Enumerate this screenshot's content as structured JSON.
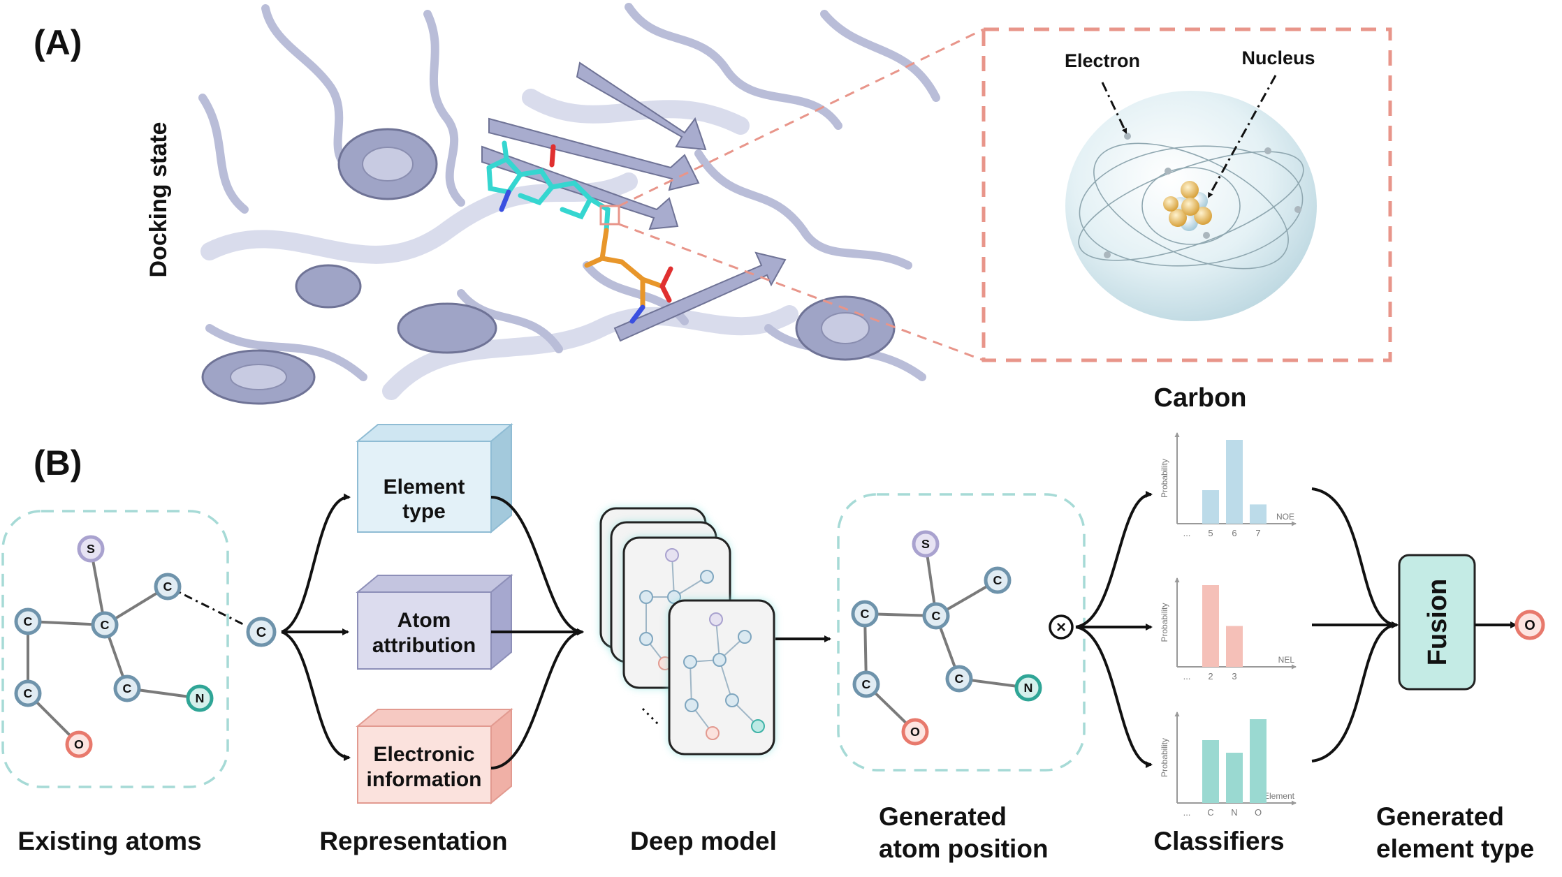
{
  "panel_a": {
    "label": "(A)",
    "side_label": "Docking state",
    "electron_label": "Electron",
    "nucleus_label": "Nucleus",
    "atom_caption": "Carbon"
  },
  "panel_b": {
    "label": "(B)",
    "existing_atoms": {
      "caption": "Existing atoms",
      "atoms": [
        "S",
        "C",
        "C",
        "C",
        "C",
        "C",
        "N",
        "O"
      ],
      "query_atom": "C"
    },
    "representation": {
      "caption": "Representation",
      "boxes": [
        {
          "line1": "Element",
          "line2": "type"
        },
        {
          "line1": "Atom",
          "line2": "attribution"
        },
        {
          "line1": "Electronic",
          "line2": "information"
        }
      ]
    },
    "deep_model": {
      "caption": "Deep model"
    },
    "generated_position": {
      "caption_line1": "Generated",
      "caption_line2": "atom position",
      "operator": "×"
    },
    "classifiers": {
      "caption": "Classifiers",
      "charts": [
        {
          "ylabel": "Probability",
          "xlabel": "NOE",
          "ticks": [
            "...",
            "5",
            "6",
            "7"
          ],
          "values": [
            0.4,
            1.0,
            0.23
          ],
          "color": "#bcdbe9"
        },
        {
          "ylabel": "Probability",
          "xlabel": "NEL",
          "ticks": [
            "...",
            "2",
            "3"
          ],
          "values": [
            1.0,
            0.5
          ],
          "color": "#f5c0b8"
        },
        {
          "ylabel": "Probability",
          "xlabel": "Element",
          "ticks": [
            "...",
            "C",
            "N",
            "O"
          ],
          "values": [
            0.75,
            0.6,
            1.0
          ],
          "color": "#9ad9d1"
        }
      ]
    },
    "fusion": {
      "label": "Fusion"
    },
    "output": {
      "atom": "O",
      "caption_line1": "Generated",
      "caption_line2": "element type"
    }
  }
}
